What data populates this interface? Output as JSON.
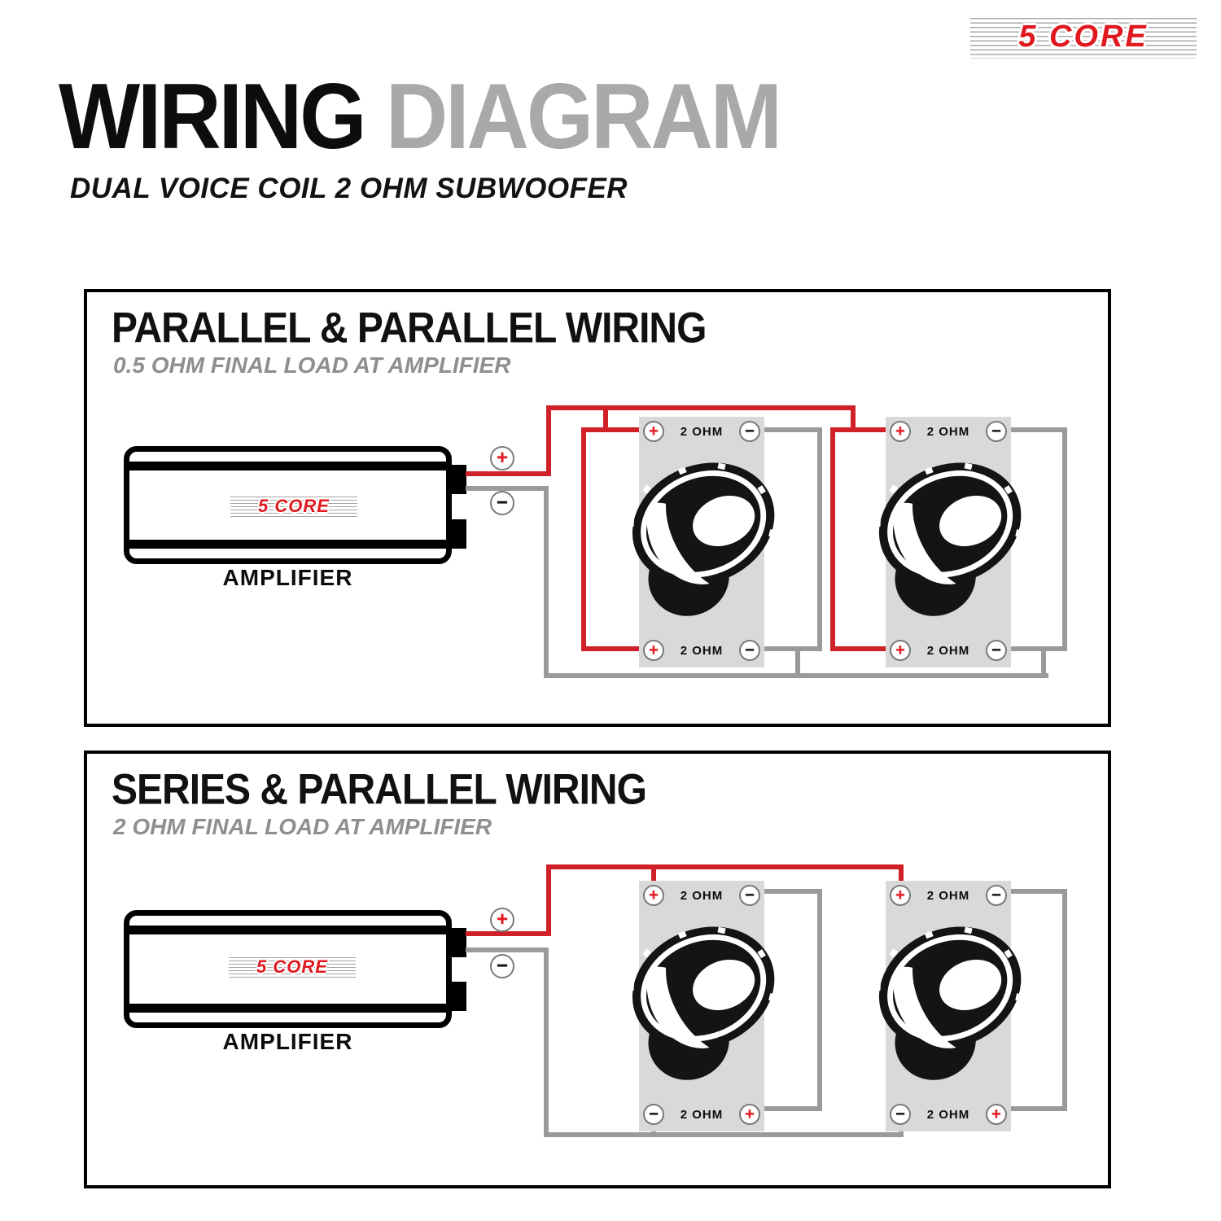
{
  "brand": {
    "logo_text": "5 CORE"
  },
  "header": {
    "title_primary": "WIRING",
    "title_secondary": "DIAGRAM",
    "subtitle": "DUAL VOICE COIL 2 OHM SUBWOOFER"
  },
  "colors": {
    "positive_wire_red": "#cf2127",
    "negative_wire_gray": "#9a9a9a",
    "terminal_plus_red": "#e31e24",
    "panel_gray": "#d9d9d9",
    "title_secondary_gray": "#a9a9a9"
  },
  "sections": [
    {
      "title": "PARALLEL & PARALLEL WIRING",
      "subtitle": "0.5 OHM FINAL LOAD AT AMPLIFIER",
      "amplifier": {
        "label": "AMPLIFIER",
        "logo_text": "5 CORE",
        "terminals": {
          "positive": "+",
          "negative": "−"
        }
      },
      "speakers": [
        {
          "top": {
            "left": "+",
            "label": "2 OHM",
            "right": "−"
          },
          "bottom": {
            "left": "+",
            "label": "2 OHM",
            "right": "−"
          }
        },
        {
          "top": {
            "left": "+",
            "label": "2 OHM",
            "right": "−"
          },
          "bottom": {
            "left": "+",
            "label": "2 OHM",
            "right": "−"
          }
        }
      ]
    },
    {
      "title": "SERIES & PARALLEL WIRING",
      "subtitle": "2 OHM FINAL LOAD AT AMPLIFIER",
      "amplifier": {
        "label": "AMPLIFIER",
        "logo_text": "5 CORE",
        "terminals": {
          "positive": "+",
          "negative": "−"
        }
      },
      "speakers": [
        {
          "top": {
            "left": "+",
            "label": "2 OHM",
            "right": "−"
          },
          "bottom": {
            "left": "−",
            "label": "2 OHM",
            "right": "+"
          }
        },
        {
          "top": {
            "left": "+",
            "label": "2 OHM",
            "right": "−"
          },
          "bottom": {
            "left": "−",
            "label": "2 OHM",
            "right": "+"
          }
        }
      ]
    }
  ]
}
